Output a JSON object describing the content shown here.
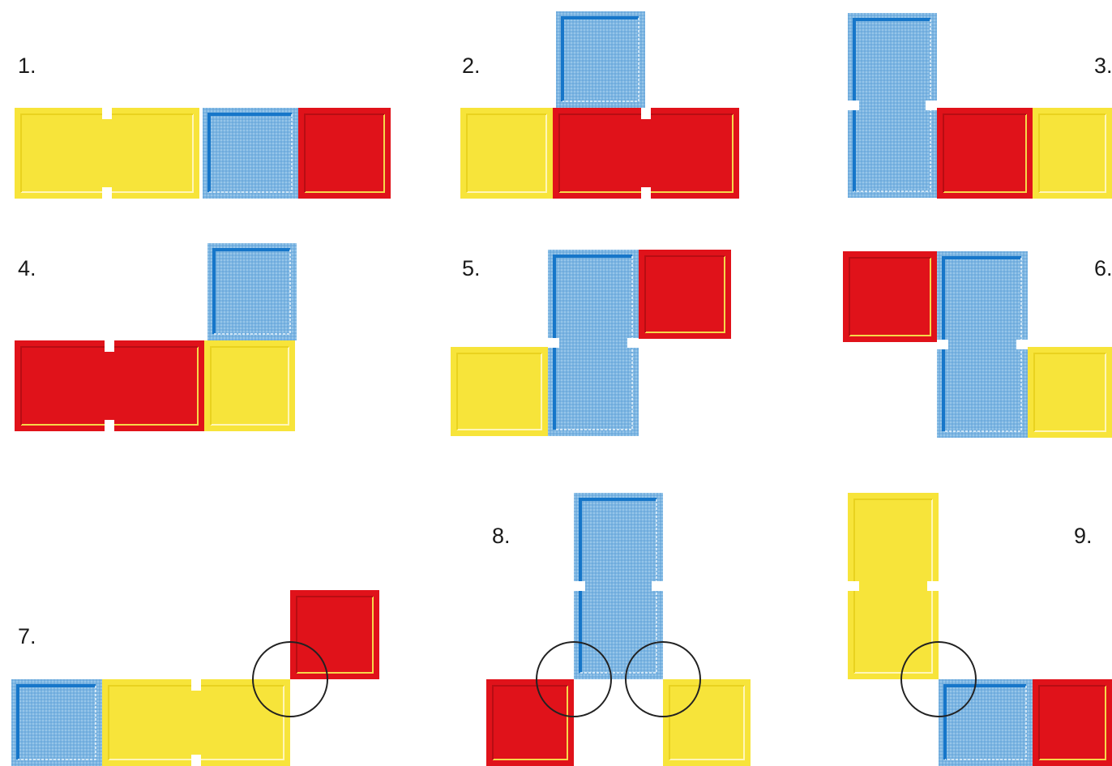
{
  "figure_labels": [
    "1.",
    "2.",
    "3.",
    "4.",
    "5.",
    "6.",
    "7.",
    "8.",
    "9."
  ],
  "colors": {
    "yellow": "#f7e43a",
    "yellow_line": "#fff6b8",
    "red": "#e0121a",
    "red_line": "#f6d84a",
    "blue": "#7cb5e2",
    "blue_line": "#1676c9",
    "circle": "#222222"
  },
  "figures": [
    {
      "pieces": [
        {
          "color": "yellow",
          "cells": 2
        },
        {
          "color": "blue",
          "cells": 1
        },
        {
          "color": "red",
          "cells": 1
        }
      ],
      "circled_joints": 0
    },
    {
      "pieces": [
        {
          "color": "yellow",
          "cells": 1
        },
        {
          "color": "red",
          "cells": 2
        },
        {
          "color": "blue",
          "cells": 1
        }
      ],
      "circled_joints": 0
    },
    {
      "pieces": [
        {
          "color": "blue",
          "cells": 2
        },
        {
          "color": "red",
          "cells": 1
        },
        {
          "color": "yellow",
          "cells": 1
        }
      ],
      "circled_joints": 0
    },
    {
      "pieces": [
        {
          "color": "red",
          "cells": 2
        },
        {
          "color": "yellow",
          "cells": 1
        },
        {
          "color": "blue",
          "cells": 1
        }
      ],
      "circled_joints": 0
    },
    {
      "pieces": [
        {
          "color": "blue",
          "cells": 2
        },
        {
          "color": "red",
          "cells": 1
        },
        {
          "color": "yellow",
          "cells": 1
        }
      ],
      "circled_joints": 0
    },
    {
      "pieces": [
        {
          "color": "red",
          "cells": 1
        },
        {
          "color": "blue",
          "cells": 2
        },
        {
          "color": "yellow",
          "cells": 1
        }
      ],
      "circled_joints": 0
    },
    {
      "pieces": [
        {
          "color": "blue",
          "cells": 1
        },
        {
          "color": "yellow",
          "cells": 2
        },
        {
          "color": "red",
          "cells": 1
        }
      ],
      "circled_joints": 1
    },
    {
      "pieces": [
        {
          "color": "blue",
          "cells": 2
        },
        {
          "color": "red",
          "cells": 1
        },
        {
          "color": "yellow",
          "cells": 1
        }
      ],
      "circled_joints": 2
    },
    {
      "pieces": [
        {
          "color": "yellow",
          "cells": 2
        },
        {
          "color": "blue",
          "cells": 1
        },
        {
          "color": "red",
          "cells": 1
        }
      ],
      "circled_joints": 1
    }
  ]
}
